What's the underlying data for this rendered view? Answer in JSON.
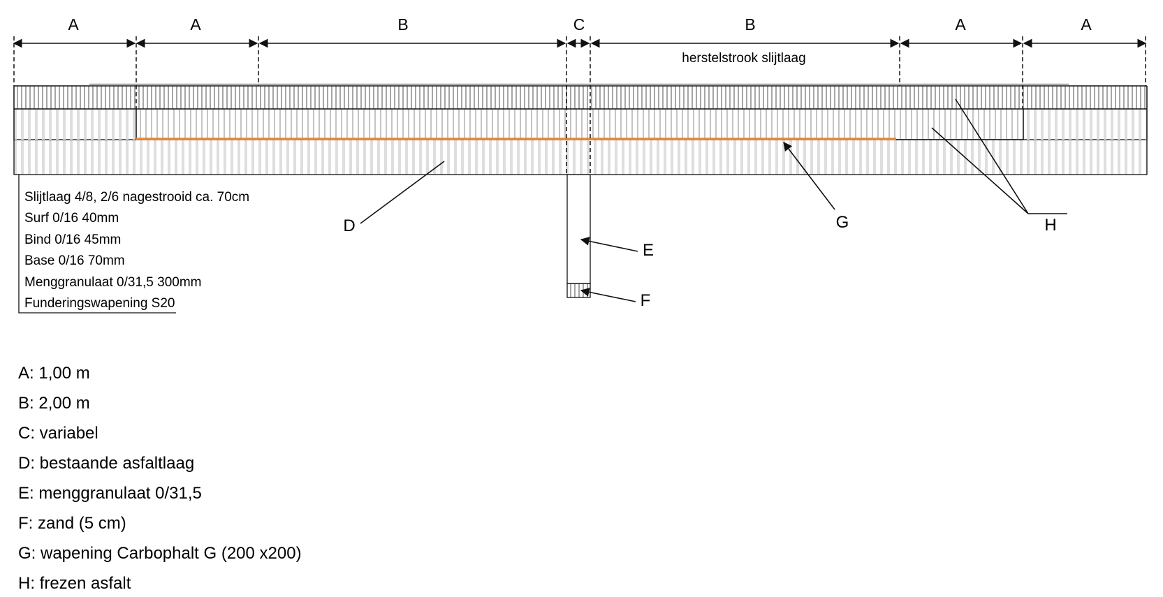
{
  "dimensions": {
    "labels": [
      "A",
      "A",
      "B",
      "C",
      "B",
      "A",
      "A"
    ],
    "note": "herstelstrook slijtlaag"
  },
  "layer_stack": [
    "Slijtlaag 4/8, 2/6 nagestrooid ca. 70cm",
    "Surf 0/16 40mm",
    "Bind 0/16 45mm",
    "Base 0/16 70mm",
    "Menggranulaat 0/31,5 300mm",
    "Funderingswapening S20"
  ],
  "callouts": {
    "D": "D",
    "E": "E",
    "F": "F",
    "G": "G",
    "H": "H"
  },
  "legend": [
    "A: 1,00 m",
    "B: 2,00 m",
    "C: variabel",
    "D: bestaande asfaltlaag",
    "E: menggranulaat 0/31,5",
    "F: zand (5 cm)",
    "G: wapening Carbophalt G (200 x200)",
    "H: frezen asfalt"
  ],
  "colors": {
    "reinforcement": "#e8893a",
    "line": "#111111",
    "hatch_dark": "#9a9a9a",
    "hatch_light": "#d4d4d4"
  }
}
